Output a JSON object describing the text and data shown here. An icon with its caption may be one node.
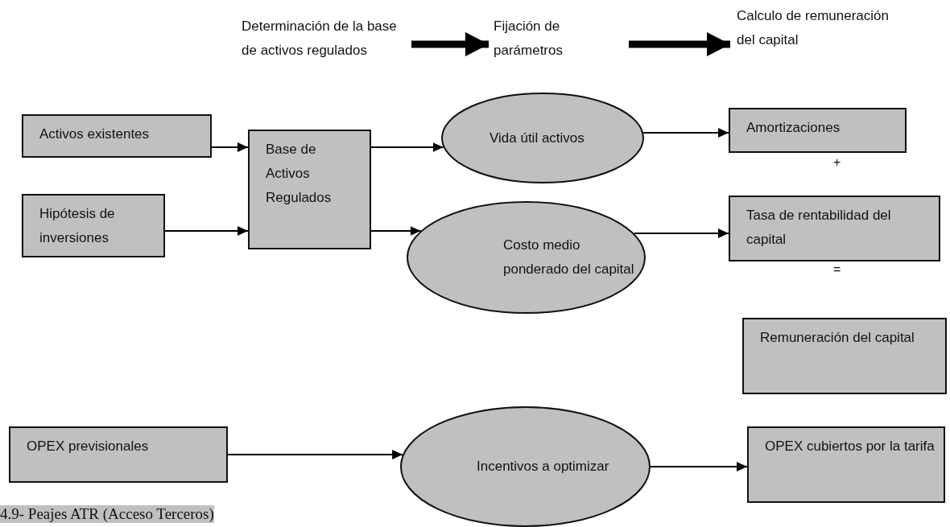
{
  "diagram": {
    "nodes": [
      {
        "text": [
          "Determinación de la base de activos regulados"
        ]
      },
      {
        "text": [
          "Fijación de parámetros"
        ]
      },
      {
        "text": [
          "Calculo de remuneración del capital"
        ]
      },
      {
        "text": [
          "Activos existentes"
        ]
      },
      {
        "text": [
          "Hipótesis de inversiones"
        ]
      },
      {
        "text": [
          "Base de Activos Regulados"
        ]
      },
      {
        "text": [
          "Vida útil activos"
        ]
      },
      {
        "text": [
          "Costo medio ponderado del capital"
        ]
      },
      {
        "text": [
          "Amortizaciones"
        ]
      },
      {
        "text": [
          "Tasa de rentabilidad del capital"
        ]
      },
      {
        "text": [
          "Remuneración del capital"
        ]
      },
      {
        "text": [
          "OPEX previsionales"
        ]
      },
      {
        "text": [
          "Incentivos a optimizar"
        ]
      },
      {
        "text": [
          "OPEX cubiertos por la tarifa"
        ]
      }
    ],
    "edges": [
      {
        "from": 0,
        "to": 1,
        "arrow": "to",
        "style": "thick"
      },
      {
        "from": 1,
        "to": 2,
        "arrow": "to",
        "style": "thick"
      },
      {
        "from": 3,
        "to": 5,
        "arrow": "to"
      },
      {
        "from": 4,
        "to": 5,
        "arrow": "to"
      },
      {
        "from": 5,
        "to": 6,
        "arrow": "to"
      },
      {
        "from": 5,
        "to": 7,
        "arrow": "to"
      },
      {
        "from": 6,
        "to": 8,
        "arrow": "to"
      },
      {
        "from": 7,
        "to": 9,
        "arrow": "to"
      },
      {
        "from": 11,
        "to": 12,
        "arrow": "to"
      },
      {
        "from": 12,
        "to": 13,
        "arrow": "to"
      }
    ],
    "labels": [
      "+",
      "=",
      "4.9- Peajes ATR (Acceso Terceros)"
    ]
  }
}
